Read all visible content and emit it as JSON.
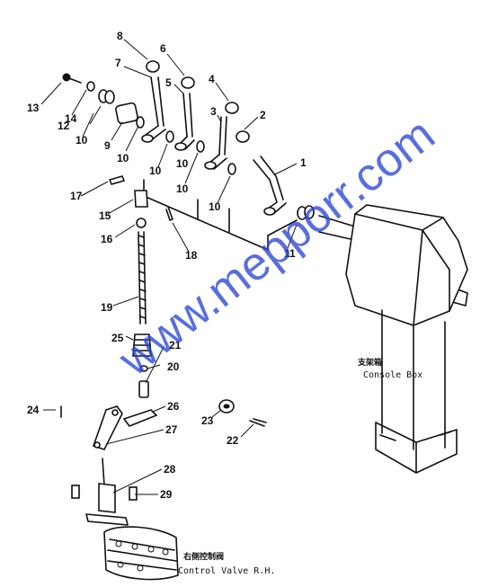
{
  "watermark": "www.mepporr.com",
  "part_numbers": [
    "1",
    "2",
    "3",
    "4",
    "5",
    "6",
    "7",
    "8",
    "9",
    "10",
    "10",
    "10",
    "10",
    "10",
    "10",
    "11",
    "12",
    "13",
    "14",
    "15",
    "16",
    "17",
    "18",
    "19",
    "20",
    "21",
    "22",
    "23",
    "24",
    "25",
    "26",
    "27",
    "28",
    "29"
  ],
  "labels": {
    "console_box_cn": "支架箱",
    "console_box_en": "Console Box",
    "control_valve_cn": "右侧控制阀",
    "control_valve_en": "Control Valve R.H."
  }
}
